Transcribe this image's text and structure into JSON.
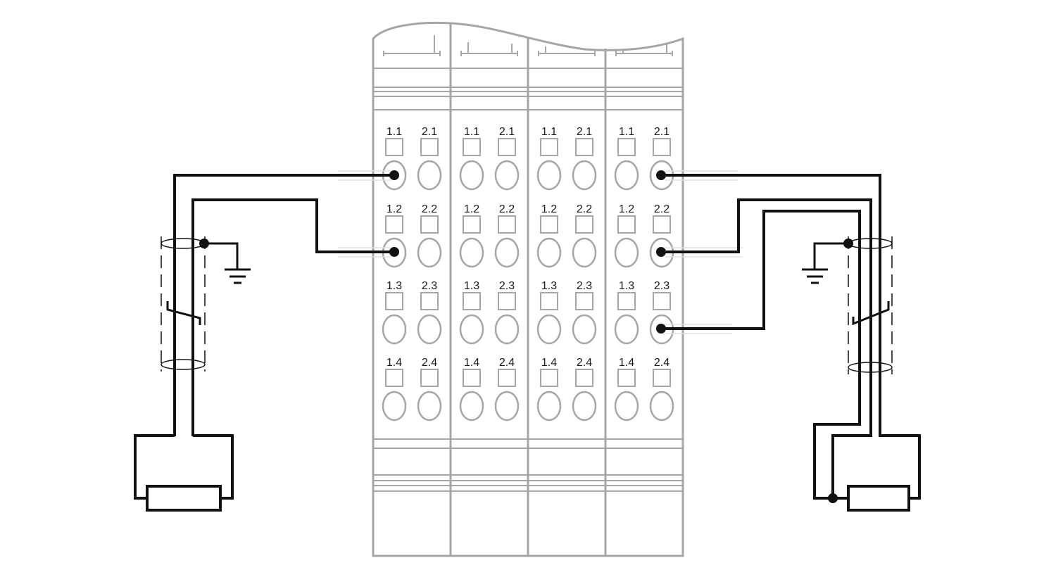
{
  "diagram": {
    "modules": [
      {
        "labels": [
          "1.1",
          "2.1",
          "1.2",
          "2.2",
          "1.3",
          "2.3",
          "1.4",
          "2.4"
        ]
      },
      {
        "labels": [
          "1.1",
          "2.1",
          "1.2",
          "2.2",
          "1.3",
          "2.3",
          "1.4",
          "2.4"
        ]
      },
      {
        "labels": [
          "1.1",
          "2.1",
          "1.2",
          "2.2",
          "1.3",
          "2.3",
          "1.4",
          "2.4"
        ]
      },
      {
        "labels": [
          "1.1",
          "2.1",
          "1.2",
          "2.2",
          "1.3",
          "2.3",
          "1.4",
          "2.4"
        ]
      }
    ],
    "connections": [
      {
        "sensor": "left",
        "module": 1,
        "terminals": [
          "1.1",
          "1.2"
        ],
        "wires": 2
      },
      {
        "sensor": "right",
        "module": 4,
        "terminals": [
          "2.1",
          "2.2",
          "2.3"
        ],
        "wires": 3
      }
    ],
    "icons": [
      "ground-icon",
      "resistor-icon",
      "shield-icon"
    ],
    "colors": {
      "module_outline": "#a6a6a6",
      "wire": "#111111"
    }
  }
}
